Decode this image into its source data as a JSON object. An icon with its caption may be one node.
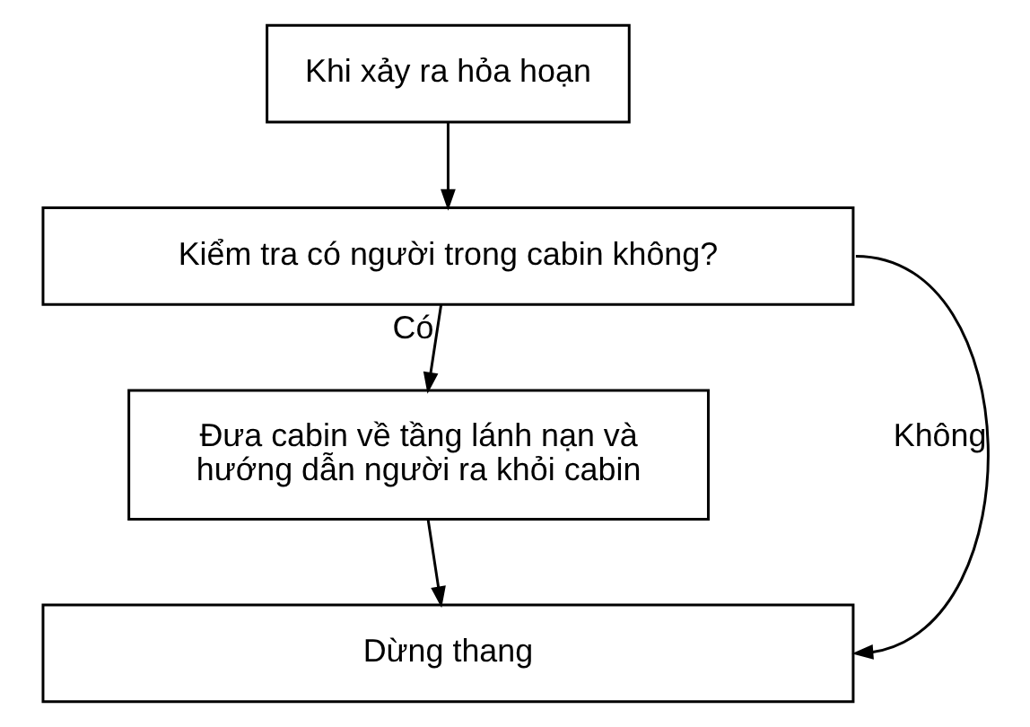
{
  "diagram": {
    "nodes": [
      {
        "text": [
          "Khi xảy ra hỏa hoạn"
        ]
      },
      {
        "text": [
          "Kiểm tra có người trong cabin không?"
        ]
      },
      {
        "text": [
          "Đưa cabin về tầng lánh nạn và hướng dẫn người ra khỏi cabin"
        ]
      },
      {
        "text": [
          "Dừng thang"
        ]
      }
    ],
    "edges": [
      {
        "from": 0,
        "to": 1,
        "arrow": "to"
      },
      {
        "from": 1,
        "to": 2,
        "arrow": "to",
        "label": "Có"
      },
      {
        "from": 2,
        "to": 3,
        "arrow": "to"
      },
      {
        "from": 1,
        "to": 3,
        "arrow": "to",
        "label": "Không"
      }
    ]
  }
}
